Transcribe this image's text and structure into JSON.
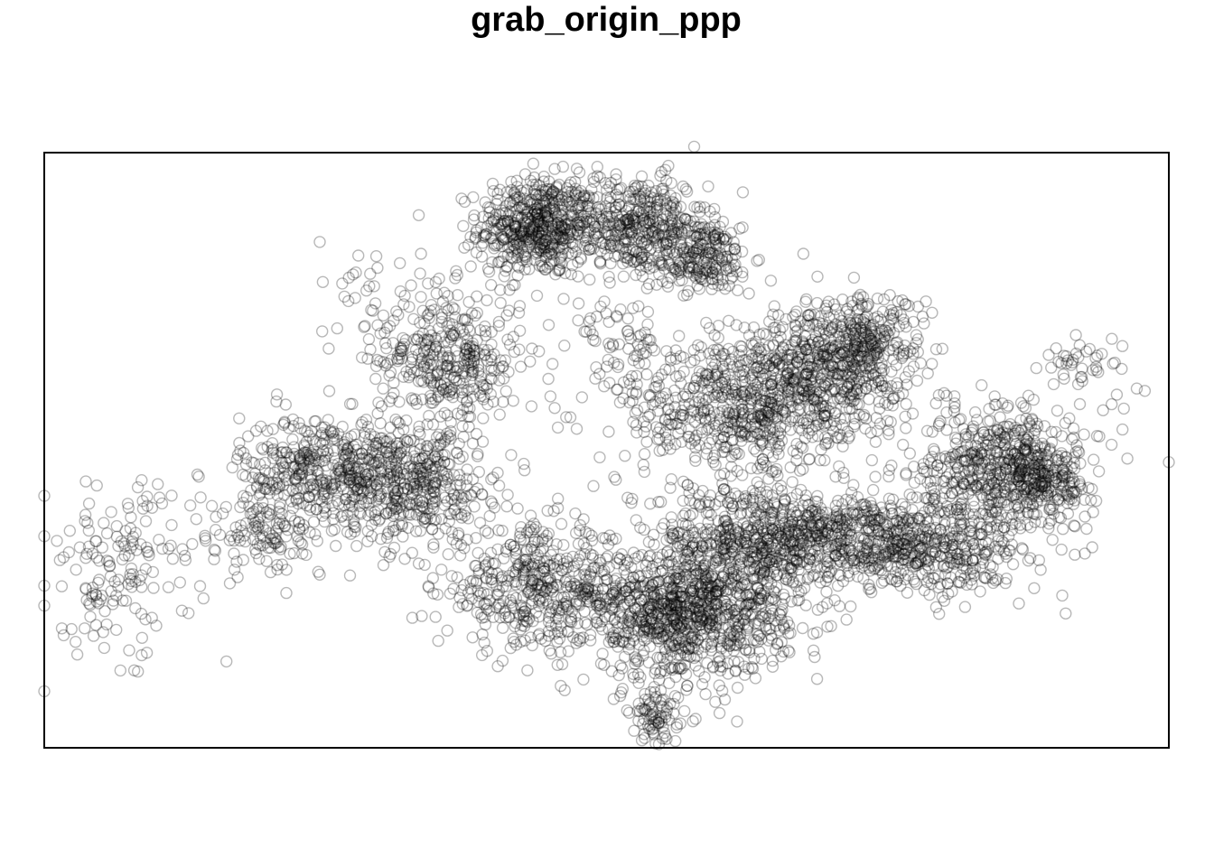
{
  "chart_data": {
    "type": "scatter",
    "title": "grab_origin_ppp",
    "xlabel": "",
    "ylabel": "",
    "axes_visible": false,
    "grid": false,
    "legend": "none",
    "marker": "open-circle",
    "marker_color": "#000000",
    "marker_opacity": 0.28,
    "xlim": [
      0,
      100
    ],
    "ylim": [
      0,
      100
    ],
    "series": [
      {
        "clusters": [
          {
            "x": 43.8,
            "y": 87.5,
            "n": 520,
            "sx": 2.6,
            "sy": 4.2
          },
          {
            "x": 52.5,
            "y": 88.0,
            "n": 420,
            "sx": 3.2,
            "sy": 4.0
          },
          {
            "x": 58.5,
            "y": 82.5,
            "n": 220,
            "sx": 2.2,
            "sy": 3.0
          },
          {
            "x": 36.0,
            "y": 65.0,
            "n": 380,
            "sx": 3.2,
            "sy": 6.0
          },
          {
            "x": 25.0,
            "y": 47.0,
            "n": 420,
            "sx": 3.8,
            "sy": 4.5
          },
          {
            "x": 33.0,
            "y": 44.0,
            "n": 380,
            "sx": 3.5,
            "sy": 4.5
          },
          {
            "x": 20.0,
            "y": 36.0,
            "n": 140,
            "sx": 4.0,
            "sy": 4.0
          },
          {
            "x": 6.5,
            "y": 30.0,
            "n": 150,
            "sx": 3.5,
            "sy": 7.0
          },
          {
            "x": 44.0,
            "y": 27.0,
            "n": 460,
            "sx": 4.5,
            "sy": 5.0
          },
          {
            "x": 57.0,
            "y": 22.0,
            "n": 900,
            "sx": 4.5,
            "sy": 5.0
          },
          {
            "x": 62.0,
            "y": 34.0,
            "n": 500,
            "sx": 4.0,
            "sy": 5.0
          },
          {
            "x": 61.0,
            "y": 57.0,
            "n": 560,
            "sx": 5.0,
            "sy": 6.5
          },
          {
            "x": 68.0,
            "y": 63.0,
            "n": 500,
            "sx": 4.0,
            "sy": 5.5
          },
          {
            "x": 73.0,
            "y": 68.0,
            "n": 260,
            "sx": 2.5,
            "sy": 4.0
          },
          {
            "x": 71.0,
            "y": 35.0,
            "n": 500,
            "sx": 4.5,
            "sy": 4.0
          },
          {
            "x": 80.0,
            "y": 34.0,
            "n": 380,
            "sx": 4.0,
            "sy": 4.0
          },
          {
            "x": 85.0,
            "y": 48.0,
            "n": 500,
            "sx": 3.5,
            "sy": 5.0
          },
          {
            "x": 89.0,
            "y": 45.0,
            "n": 180,
            "sx": 2.2,
            "sy": 3.5
          },
          {
            "x": 93.0,
            "y": 65.0,
            "n": 40,
            "sx": 2.0,
            "sy": 2.0
          },
          {
            "x": 54.5,
            "y": 5.0,
            "n": 80,
            "sx": 1.2,
            "sy": 2.5
          },
          {
            "x": 30.0,
            "y": 75.0,
            "n": 40,
            "sx": 4.0,
            "sy": 4.0
          },
          {
            "x": 51.0,
            "y": 70.0,
            "n": 50,
            "sx": 2.0,
            "sy": 5.0
          }
        ],
        "outliers": [
          [
            0,
            9.5
          ],
          [
            16.2,
            14.5
          ],
          [
            100,
            48
          ],
          [
            24.5,
            85
          ],
          [
            33.5,
            83
          ],
          [
            67.5,
            83
          ],
          [
            72,
            79
          ],
          [
            96,
            57
          ],
          [
            77.5,
            31
          ],
          [
            8,
            13
          ]
        ]
      }
    ]
  }
}
